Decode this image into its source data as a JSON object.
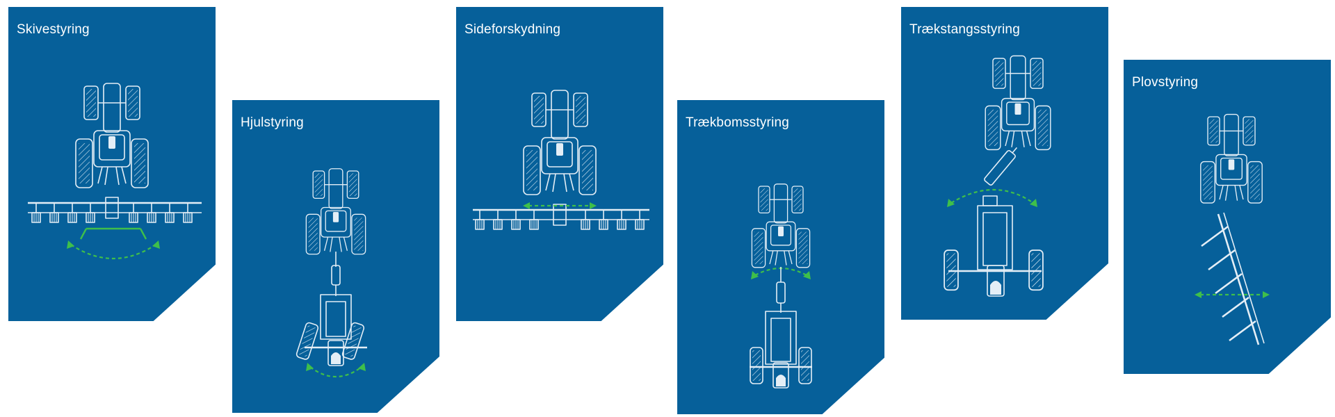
{
  "cards": [
    {
      "title": "Skivestyring"
    },
    {
      "title": "Hjulstyring"
    },
    {
      "title": "Sideforskydning"
    },
    {
      "title": "Trækbomsstyring"
    },
    {
      "title": "Trækstangsstyring"
    },
    {
      "title": "Plovstyring"
    }
  ],
  "colors": {
    "card_bg": "#06609a",
    "line": "#e4eef6",
    "accent": "#3fbf4a"
  },
  "icons": [
    "tractor-icon",
    "implement-icon",
    "steering-arrow-icon"
  ]
}
